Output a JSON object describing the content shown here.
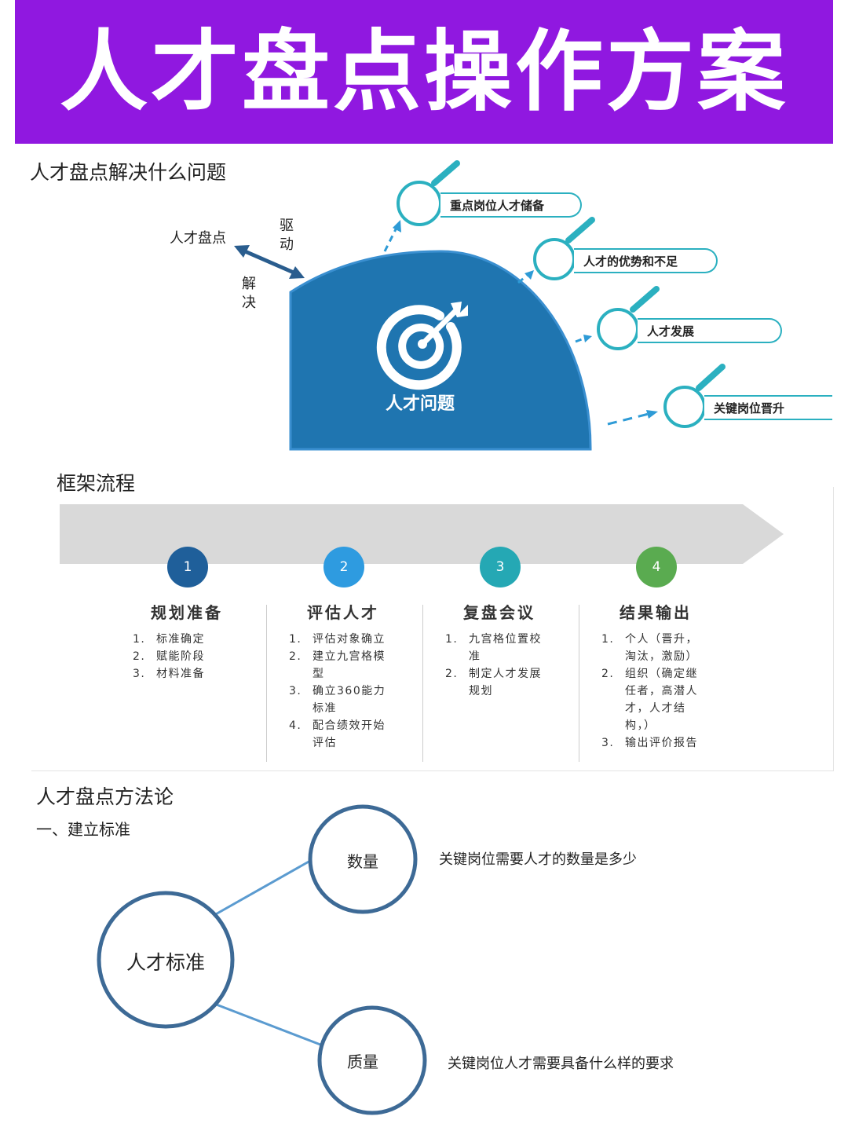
{
  "banner": {
    "title": "人才盘点操作方案"
  },
  "section1": {
    "title": "人才盘点解决什么问题",
    "left_label": "人才盘点",
    "drive_label": "驱动",
    "solve_label": "解决",
    "center_label": "人才问题",
    "items": [
      "重点岗位人才储备",
      "人才的优势和不足",
      "人才发展",
      "关键岗位晋升"
    ]
  },
  "section2": {
    "title": "框架流程",
    "steps": [
      {
        "num": "1",
        "title": "规划准备",
        "items": [
          {
            "n": "1.",
            "t": "标准确定"
          },
          {
            "n": "2.",
            "t": "赋能阶段"
          },
          {
            "n": "3.",
            "t": "材料准备"
          }
        ]
      },
      {
        "num": "2",
        "title": "评估人才",
        "items": [
          {
            "n": "1.",
            "t": "评估对象确立"
          },
          {
            "n": "2.",
            "t": "建立九宫格模型"
          },
          {
            "n": "3.",
            "t": "确立360能力标准"
          },
          {
            "n": "4.",
            "t": "配合绩效开始评估"
          }
        ]
      },
      {
        "num": "3",
        "title": "复盘会议",
        "items": [
          {
            "n": "1.",
            "t": "九宫格位置校准"
          },
          {
            "n": "2.",
            "t": "制定人才发展规划"
          }
        ]
      },
      {
        "num": "4",
        "title": "结果输出",
        "items": [
          {
            "n": "1.",
            "t": "个人（晋升，淘汰，激励）"
          },
          {
            "n": "2.",
            "t": "组织（确定继任者，高潜人才，人才结构，）"
          },
          {
            "n": "3.",
            "t": "输出评价报告"
          }
        ]
      }
    ]
  },
  "section3": {
    "title": "人才盘点方法论",
    "subtitle": "一、建立标准",
    "center": "人才标准",
    "nodes": [
      {
        "label": "数量",
        "desc": "关键岗位需要人才的数量是多少"
      },
      {
        "label": "质量",
        "desc": "关键岗位人才需要具备什么样的要求"
      }
    ]
  },
  "colors": {
    "banner": "#9018e0",
    "dome": "#1f75b0",
    "accent": "#2bb0c0",
    "step1": "#1f5f9a",
    "step2": "#2e9be0",
    "step3": "#25a8b4",
    "step4": "#5aab50",
    "circle_stroke": "#3d6a96"
  }
}
